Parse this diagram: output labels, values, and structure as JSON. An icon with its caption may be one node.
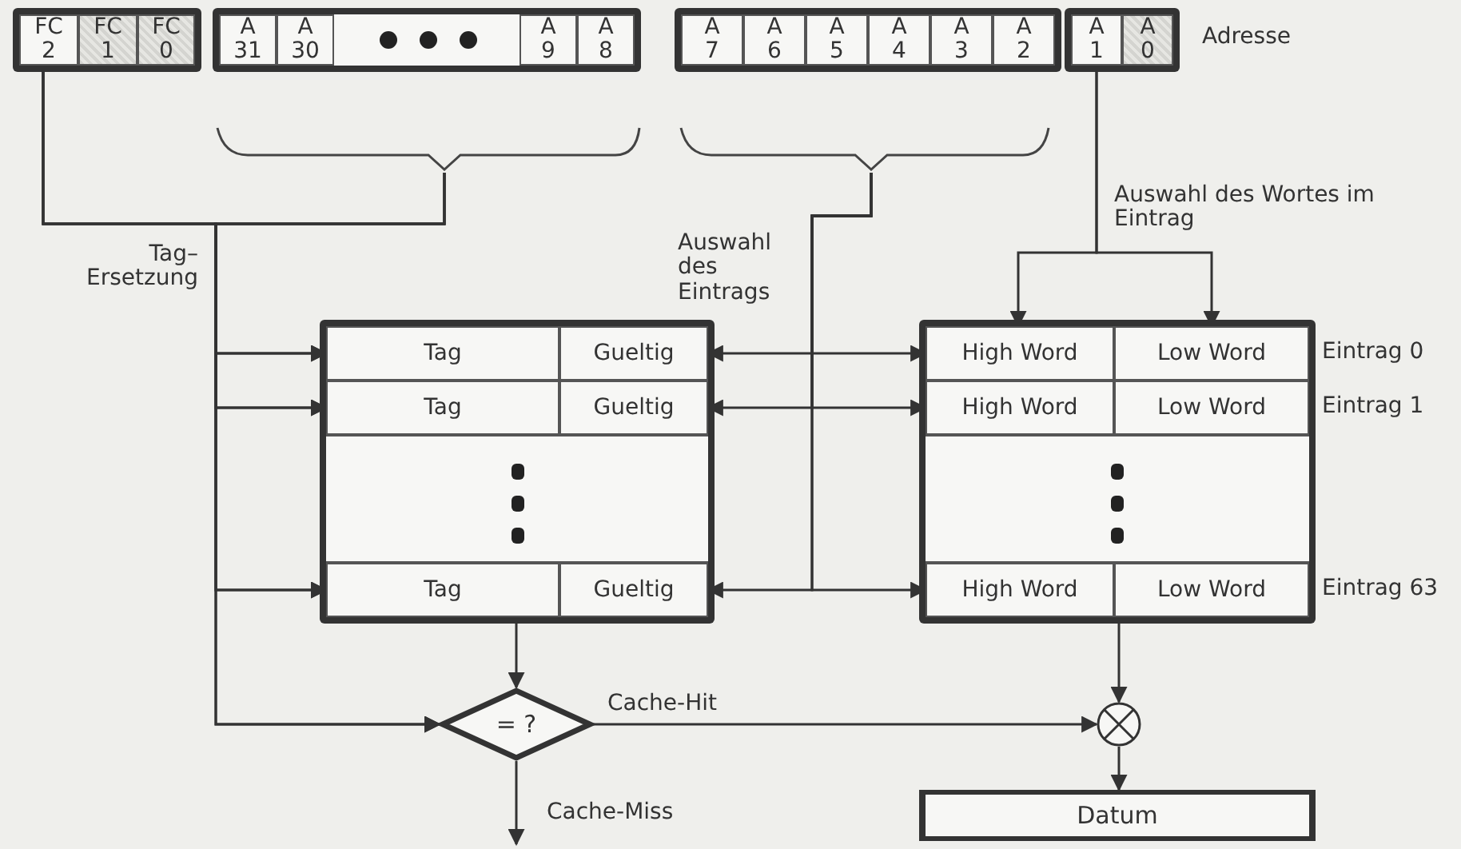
{
  "diagram": {
    "nodes": [
      {
        "text": [],
        "shape": "box"
      },
      {
        "text": [
          "FC 2"
        ],
        "in": 0
      },
      {
        "text": [
          "FC 1"
        ],
        "in": 0
      },
      {
        "text": [
          "FC 0"
        ],
        "in": 0
      },
      {
        "text": [],
        "shape": "box"
      },
      {
        "text": [
          "A 31"
        ],
        "in": 4
      },
      {
        "text": [
          "A 30"
        ],
        "in": 4
      },
      {
        "text": [
          "A 9"
        ],
        "in": 4
      },
      {
        "text": [
          "A 8"
        ],
        "in": 4
      },
      {
        "text": [],
        "shape": "box"
      },
      {
        "text": [
          "A 7"
        ],
        "in": 9
      },
      {
        "text": [
          "A 6"
        ],
        "in": 9
      },
      {
        "text": [
          "A 5"
        ],
        "in": 9
      },
      {
        "text": [
          "A 4"
        ],
        "in": 9
      },
      {
        "text": [
          "A 3"
        ],
        "in": 9
      },
      {
        "text": [
          "A 2"
        ],
        "in": 9
      },
      {
        "text": [],
        "shape": "box"
      },
      {
        "text": [
          "A 1"
        ],
        "in": 16
      },
      {
        "text": [
          "A 0"
        ],
        "in": 16
      },
      {
        "text": [],
        "shape": "box"
      },
      {
        "text": [
          "Tag"
        ],
        "in": 19
      },
      {
        "text": [
          "Gueltig"
        ],
        "in": 19
      },
      {
        "text": [
          "Tag"
        ],
        "in": 19
      },
      {
        "text": [
          "Gueltig"
        ],
        "in": 19
      },
      {
        "text": [
          "Tag"
        ],
        "in": 19
      },
      {
        "text": [
          "Gueltig"
        ],
        "in": 19
      },
      {
        "text": [],
        "shape": "box"
      },
      {
        "text": [
          "High Word"
        ],
        "in": 26
      },
      {
        "text": [
          "Low Word"
        ],
        "in": 26,
        "beside": [
          "Eintrag 0"
        ]
      },
      {
        "text": [
          "High Word"
        ],
        "in": 26
      },
      {
        "text": [
          "Low Word"
        ],
        "in": 26,
        "beside": [
          "Eintrag 1"
        ]
      },
      {
        "text": [
          "High Word"
        ],
        "in": 26
      },
      {
        "text": [
          "Low Word"
        ],
        "in": 26,
        "beside": [
          "Eintrag 63"
        ]
      },
      {
        "text": [
          "= ?"
        ]
      },
      {
        "text": [],
        "shape": "circle"
      },
      {
        "text": [
          "Datum"
        ]
      }
    ],
    "edges": [
      {
        "from": 1,
        "to": 20,
        "arrow": "to"
      },
      {
        "from": 1,
        "to": 22,
        "arrow": "to"
      },
      {
        "from": 1,
        "to": 24,
        "arrow": "to"
      },
      {
        "from": 1,
        "to": 33,
        "arrow": "to"
      },
      {
        "from": 4,
        "to": 20,
        "arrow": "to"
      },
      {
        "from": 4,
        "to": 22,
        "arrow": "to"
      },
      {
        "from": 4,
        "to": 24,
        "arrow": "to"
      },
      {
        "from": 4,
        "to": 33,
        "arrow": "to"
      },
      {
        "from": 9,
        "to": 21,
        "arrow": "to"
      },
      {
        "from": 9,
        "to": 23,
        "arrow": "to"
      },
      {
        "from": 9,
        "to": 25,
        "arrow": "to"
      },
      {
        "from": 9,
        "to": 27,
        "arrow": "to"
      },
      {
        "from": 9,
        "to": 29,
        "arrow": "to"
      },
      {
        "from": 9,
        "to": 31,
        "arrow": "to"
      },
      {
        "from": 17,
        "to": 27,
        "arrow": "to"
      },
      {
        "from": 17,
        "to": 28,
        "arrow": "to"
      },
      {
        "from": 19,
        "to": 33,
        "arrow": "to"
      },
      {
        "from": 33,
        "to": 34,
        "arrow": "to",
        "label": "Cache-Hit"
      },
      {
        "from": 26,
        "to": 34,
        "arrow": "to"
      },
      {
        "from": 34,
        "to": 35,
        "arrow": "to"
      },
      {
        "from": 33,
        "to": null,
        "arrow": "to",
        "label": "Cache-Miss"
      }
    ],
    "labels": [
      "Adresse",
      "Tag– Ersetzung",
      "Auswahl des Eintrags",
      "Auswahl des Wortes im Eintrag"
    ]
  }
}
